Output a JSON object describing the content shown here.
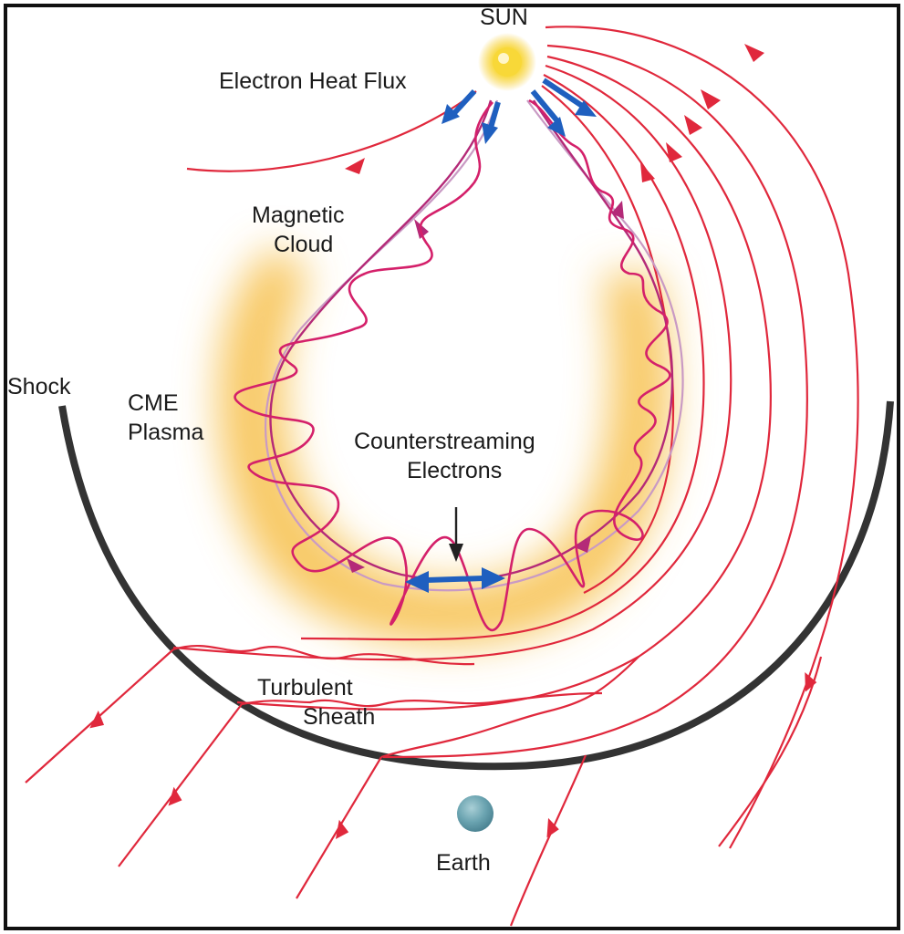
{
  "diagram": {
    "title": "CME magnetic cloud and shock structure",
    "labels": {
      "sun": "SUN",
      "electron_heat_flux": "Electron Heat Flux",
      "magnetic_cloud_line1": "Magnetic",
      "magnetic_cloud_line2": "Cloud",
      "shock": "Shock",
      "cme_plasma_line1": "CME",
      "cme_plasma_line2": "Plasma",
      "counterstreaming_line1": "Counterstreaming",
      "counterstreaming_line2": "Electrons",
      "turbulent_line1": "Turbulent",
      "turbulent_line2": "Sheath",
      "earth": "Earth"
    },
    "colors": {
      "field_line": "#e0283c",
      "helix": "#d4206a",
      "flux_arrow": "#1f5fbf",
      "shock": "#333333",
      "plasma": "#f7c04a",
      "sun": "#f5c518",
      "earth": "#6aa3b0",
      "frame": "#111111"
    },
    "nodes": [
      {
        "id": "sun",
        "label_key": "sun"
      },
      {
        "id": "magnetic-cloud",
        "label_key": "magnetic_cloud_line1"
      },
      {
        "id": "cme-plasma",
        "label_key": "cme_plasma_line1"
      },
      {
        "id": "shock",
        "label_key": "shock"
      },
      {
        "id": "turbulent-sheath",
        "label_key": "turbulent_line1"
      },
      {
        "id": "earth",
        "label_key": "earth"
      }
    ]
  }
}
